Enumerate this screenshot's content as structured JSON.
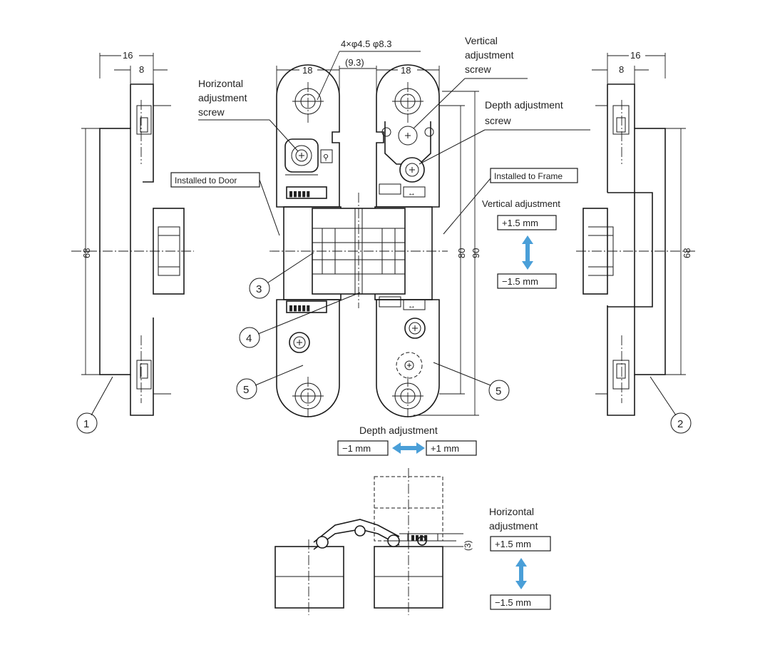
{
  "dimensions": {
    "left_width": "16",
    "left_offset": "8",
    "left_height": "68",
    "right_width": "16",
    "right_offset": "8",
    "right_height": "68",
    "leaf_left_width": "18",
    "leaf_right_width": "18",
    "hole_spec": "4×φ4.5 φ8.3",
    "hole_spacing": "(9.3)",
    "body_height": "80",
    "total_height": "90",
    "clearance": "(3)"
  },
  "labels": {
    "horizontal_screw": [
      "Horizontal",
      "adjustment",
      "screw"
    ],
    "vertical_screw": [
      "Vertical",
      "adjustment",
      "screw"
    ],
    "depth_screw": [
      "Depth adjustment",
      "screw"
    ],
    "installed_door": "Installed to Door",
    "installed_frame": "Installed to Frame",
    "vertical_adjustment": "Vertical adjustment",
    "vertical_plus": "+1.5 mm",
    "vertical_minus": "−1.5 mm",
    "depth_adjustment": "Depth adjustment",
    "depth_minus": "−1 mm",
    "depth_plus": "+1 mm",
    "horizontal_adjustment": [
      "Horizontal",
      "adjustment"
    ],
    "horizontal_plus": "+1.5 mm",
    "horizontal_minus": "−1.5 mm"
  },
  "callouts": [
    "1",
    "2",
    "3",
    "4",
    "5",
    "5"
  ],
  "colors": {
    "arrow": "#4a9fd8",
    "line": "#1a1a1a"
  }
}
